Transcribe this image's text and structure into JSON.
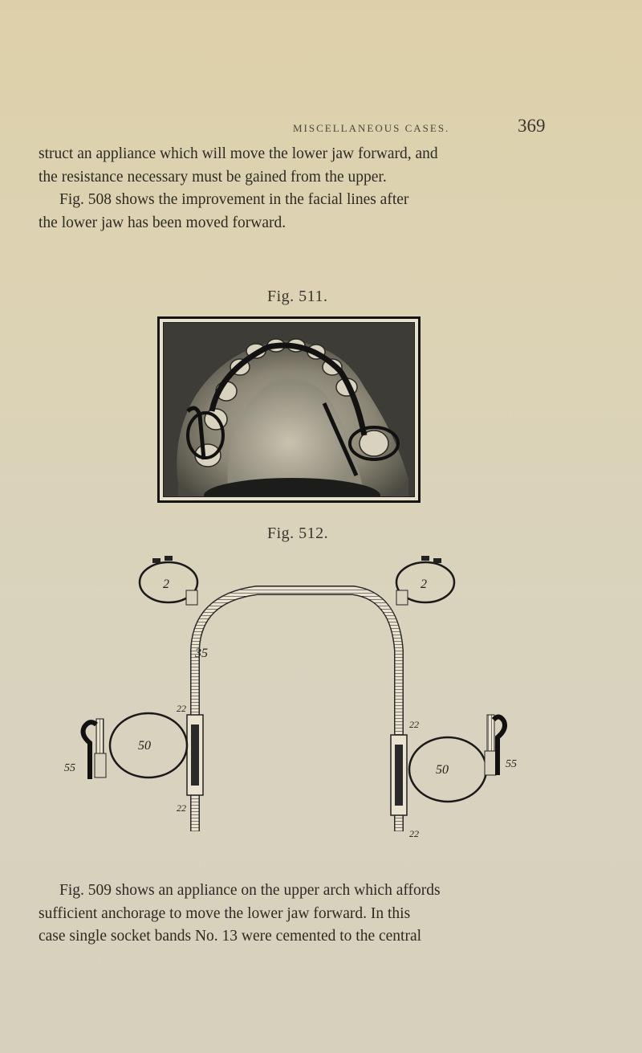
{
  "header": {
    "running_head": "MISCELLANEOUS CASES.",
    "page_number": "369"
  },
  "paragraph_1": {
    "lines": [
      "struct an appliance which will move the lower jaw forward, and",
      "the resistance necessary must be gained from the upper."
    ]
  },
  "paragraph_2": {
    "lines": [
      "Fig. 508 shows the improvement in the facial lines after",
      "the lower jaw has been moved forward."
    ]
  },
  "figure_511": {
    "caption": "Fig. 511.",
    "description": "photograph of upper dental cast with appliance"
  },
  "figure_512": {
    "caption": "Fig. 512.",
    "labels": {
      "band_left_top": "2",
      "band_right_top": "2",
      "arch_wire": "35",
      "left_oval": "50",
      "right_oval": "50",
      "left_hook": "55",
      "right_hook": "55",
      "left_tube_top": "22",
      "left_tube_bottom": "22",
      "right_tube_top": "22",
      "right_tube_bottom": "22"
    }
  },
  "paragraph_3": {
    "lines": [
      "Fig. 509 shows an appliance on the upper arch which affords",
      "sufficient anchorage to move the lower jaw forward.  In this",
      "case single socket bands No. 13 were cemented to the central"
    ]
  },
  "colors": {
    "paper": "#ddd3b3",
    "ink": "#2a2722"
  }
}
